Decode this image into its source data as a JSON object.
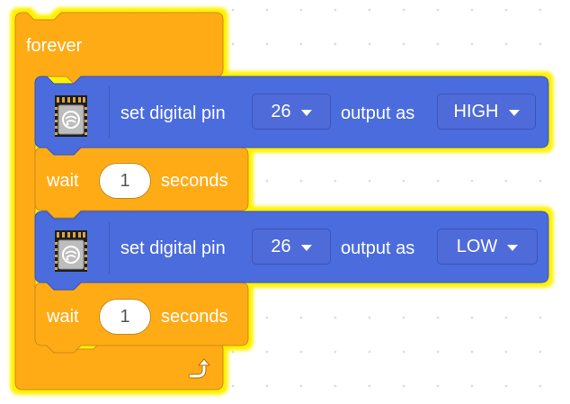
{
  "blocks": {
    "forever_label": "forever",
    "pin_block_1": {
      "label": "set digital pin",
      "pin": "26",
      "output_label": "output as",
      "level": "HIGH"
    },
    "wait_block_1": {
      "label": "wait",
      "value": "1",
      "unit": "seconds"
    },
    "pin_block_2": {
      "label": "set digital pin",
      "pin": "26",
      "output_label": "output as",
      "level": "LOW"
    },
    "wait_block_2": {
      "label": "wait",
      "value": "1",
      "unit": "seconds"
    }
  },
  "icons": {
    "chip": "esp32-chip-icon",
    "loop": "loop-arrow-icon"
  },
  "colors": {
    "control_orange": "#ffab19",
    "control_border": "#cf8b17",
    "extension_blue": "#4c6cdc",
    "extension_border": "#3451c0",
    "selection_glow": "#fff200"
  }
}
